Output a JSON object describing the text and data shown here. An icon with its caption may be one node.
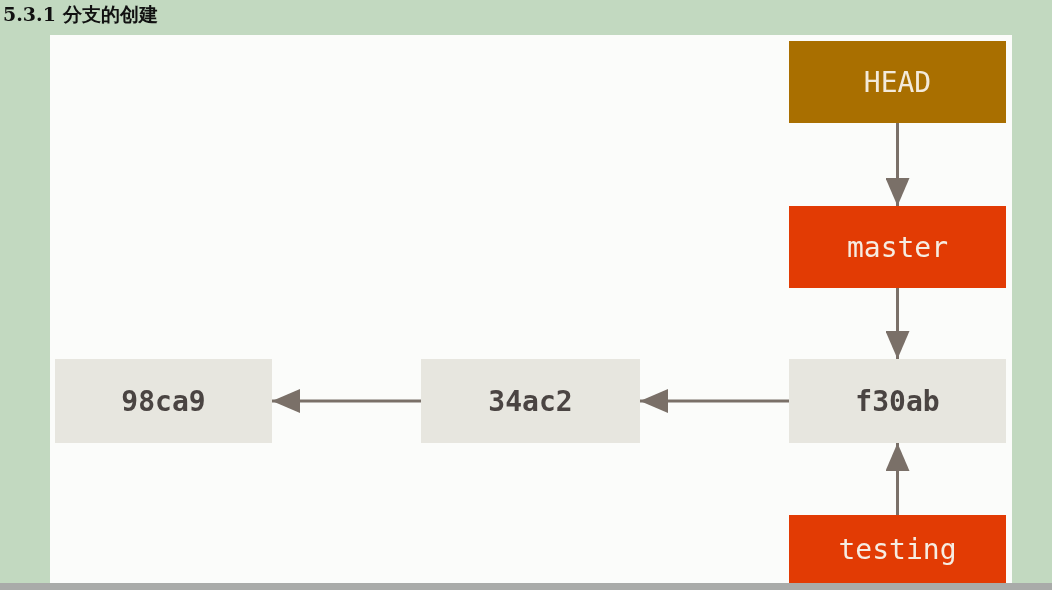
{
  "diagram": {
    "title": "5.3.1 分支的创建",
    "nodes": [
      {
        "text": [
          "HEAD"
        ]
      },
      {
        "text": [
          "master"
        ]
      },
      {
        "text": [
          "98ca9"
        ]
      },
      {
        "text": [
          "34ac2"
        ]
      },
      {
        "text": [
          "f30ab"
        ]
      },
      {
        "text": [
          "testing"
        ]
      }
    ],
    "edges": [
      {
        "from": 0,
        "to": 1,
        "arrow": "to"
      },
      {
        "from": 1,
        "to": 4,
        "arrow": "to"
      },
      {
        "from": 4,
        "to": 3,
        "arrow": "to"
      },
      {
        "from": 3,
        "to": 2,
        "arrow": "to"
      },
      {
        "from": 5,
        "to": 4,
        "arrow": "to"
      }
    ]
  }
}
